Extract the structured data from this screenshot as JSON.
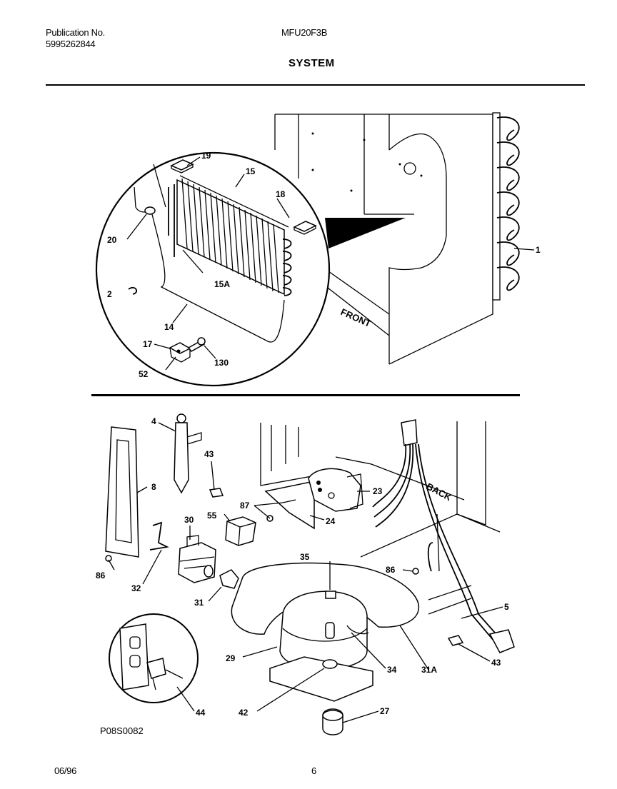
{
  "header": {
    "publication_label": "Publication No.",
    "publication_number": "5995262844",
    "model": "MFU20F3B",
    "title": "SYSTEM"
  },
  "diagram": {
    "top_labels": {
      "p19": "19",
      "p15": "15",
      "p18": "18",
      "p20": "20",
      "p15a": "15A",
      "p2": "2",
      "p14": "14",
      "p17": "17",
      "p130": "130",
      "p52": "52",
      "p1": "1",
      "front": "FRONT"
    },
    "bottom_labels": {
      "p4": "4",
      "p43a": "43",
      "p8": "8",
      "p87": "87",
      "p55": "55",
      "p30": "30",
      "p24": "24",
      "p23": "23",
      "back": "BACK",
      "p35": "35",
      "p86a": "86",
      "p86b": "86",
      "p32": "32",
      "p31": "31",
      "p5": "5",
      "p29": "29",
      "p34": "34",
      "p31a": "31A",
      "p43b": "43",
      "p44": "44",
      "p42": "42",
      "p27": "27"
    },
    "figure_code": "P08S0082"
  },
  "footer": {
    "date": "06/96",
    "page": "6"
  }
}
